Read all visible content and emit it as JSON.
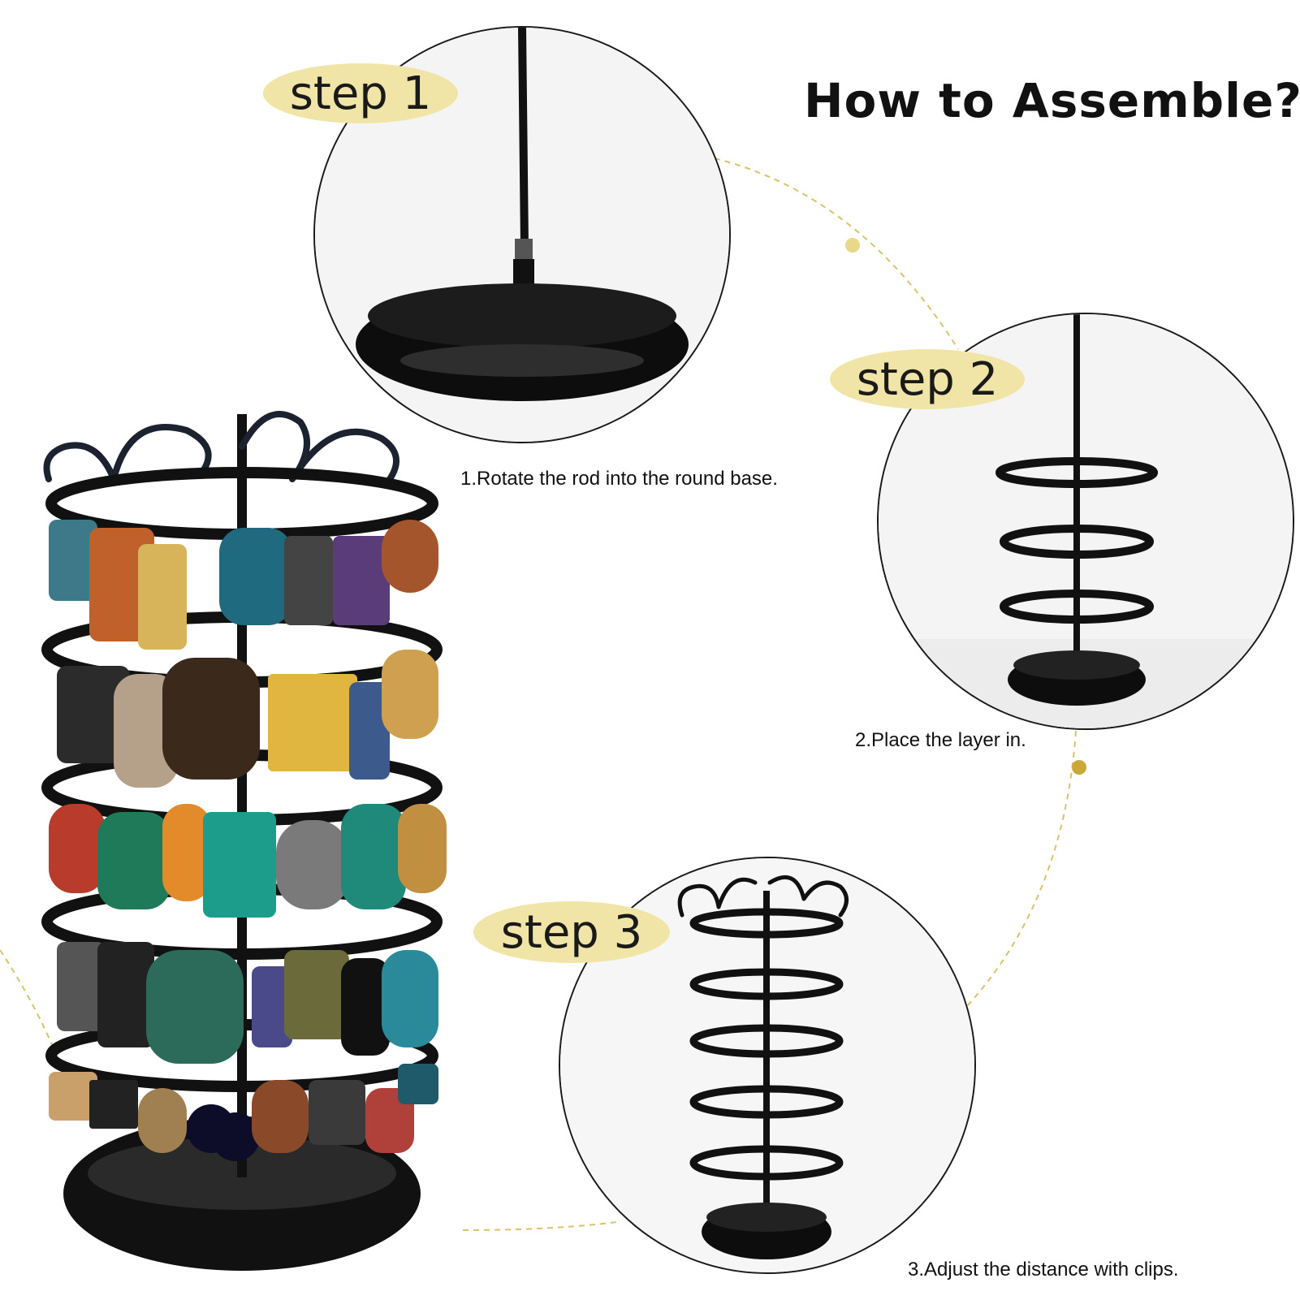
{
  "title": "How to Assemble?",
  "steps": [
    {
      "badge": "step 1",
      "caption": "1.Rotate the rod into the round base."
    },
    {
      "badge": "step 2",
      "caption": "2.Place the layer in."
    },
    {
      "badge": "step 3",
      "caption": "3.Adjust the distance with clips."
    }
  ],
  "colors": {
    "badge": "#f0e4a6",
    "connector": "#d9c36a",
    "stand": "#111111",
    "outline": "#1a1a1a"
  },
  "icons": [
    "jewelry-stand-product-photo",
    "rod-and-base-photo",
    "layer-stand-photo",
    "finished-stand-photo"
  ]
}
